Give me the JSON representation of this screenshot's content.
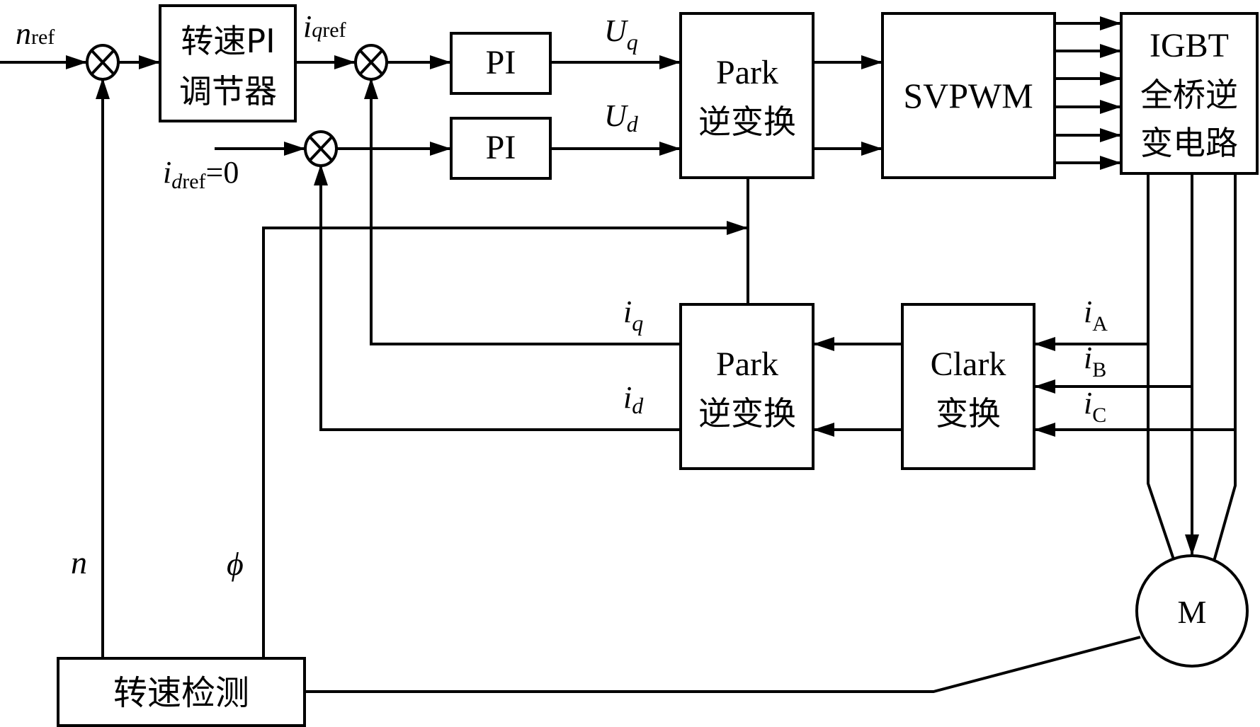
{
  "title": "PMSM vector control block diagram",
  "colors": {
    "stroke": "#000000",
    "background": "#ffffff"
  },
  "blocks": {
    "speed_pi": {
      "line1": "转速PI",
      "line2": "调节器"
    },
    "pi_q": {
      "label": "PI"
    },
    "pi_d": {
      "label": "PI"
    },
    "inv_park": {
      "line1": "Park",
      "line2": "逆变换"
    },
    "svpwm": {
      "label": "SVPWM"
    },
    "igbt": {
      "line1": "IGBT",
      "line2": "全桥逆",
      "line3": "变电路"
    },
    "park": {
      "line1": "Park",
      "line2": "逆变换"
    },
    "clark": {
      "line1": "Clark",
      "line2": "变换"
    },
    "motor": {
      "label": "M"
    },
    "speed_detect": {
      "label": "转速检测"
    }
  },
  "signals": {
    "n_ref": {
      "main": "n",
      "sub": "ref"
    },
    "iq_ref": {
      "main": "i",
      "sub_it": "q",
      "sub": "ref"
    },
    "id_ref": {
      "main": "i",
      "sub_it": "d",
      "sub": "ref",
      "tail": "=0"
    },
    "Uq": {
      "main": "U",
      "sub": "q"
    },
    "Ud": {
      "main": "U",
      "sub": "d"
    },
    "iq": {
      "main": "i",
      "sub": "q"
    },
    "id": {
      "main": "i",
      "sub": "d"
    },
    "iA": {
      "main": "i",
      "sub": "A"
    },
    "iB": {
      "main": "i",
      "sub": "B"
    },
    "iC": {
      "main": "i",
      "sub": "C"
    },
    "n": {
      "main": "n"
    },
    "phi": {
      "main": "ϕ"
    }
  }
}
